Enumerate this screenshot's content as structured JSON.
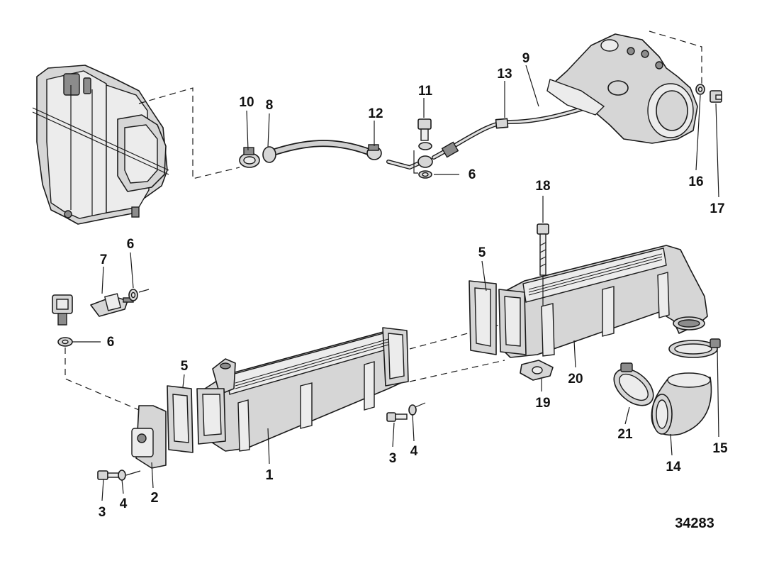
{
  "labels": {
    "l1": "1",
    "l2": "2",
    "l3a": "3",
    "l3b": "3",
    "l4a": "4",
    "l4b": "4",
    "l5a": "5",
    "l5b": "5",
    "l6a": "6",
    "l6b": "6",
    "l6c": "6",
    "l7": "7",
    "l8": "8",
    "l9": "9",
    "l10": "10",
    "l11": "11",
    "l12": "12",
    "l13": "13",
    "l14": "14",
    "l15": "15",
    "l16": "16",
    "l17": "17",
    "l18": "18",
    "l19": "19",
    "l20": "20",
    "l21": "21"
  },
  "figure_number": "34283"
}
